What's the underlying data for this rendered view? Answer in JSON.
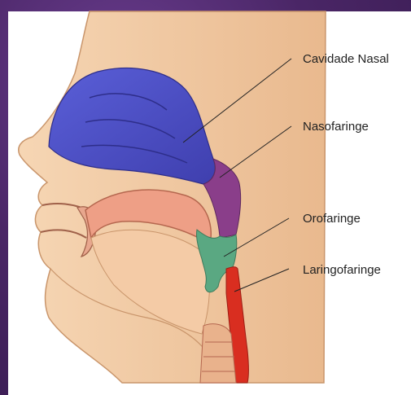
{
  "labels": {
    "nasal_cavity": "Cavidade Nasal",
    "nasopharynx": "Nasofaringe",
    "oropharynx": "Orofaringe",
    "laryngopharynx": "Laringofaringe"
  },
  "colors": {
    "background_purple": "#4a2666",
    "skin": "#f3cfa8",
    "nasal_cavity": "#4e4fc8",
    "nasopharynx": "#8a3e8a",
    "oropharynx": "#5aa882",
    "laryngopharynx": "#d92e20"
  }
}
